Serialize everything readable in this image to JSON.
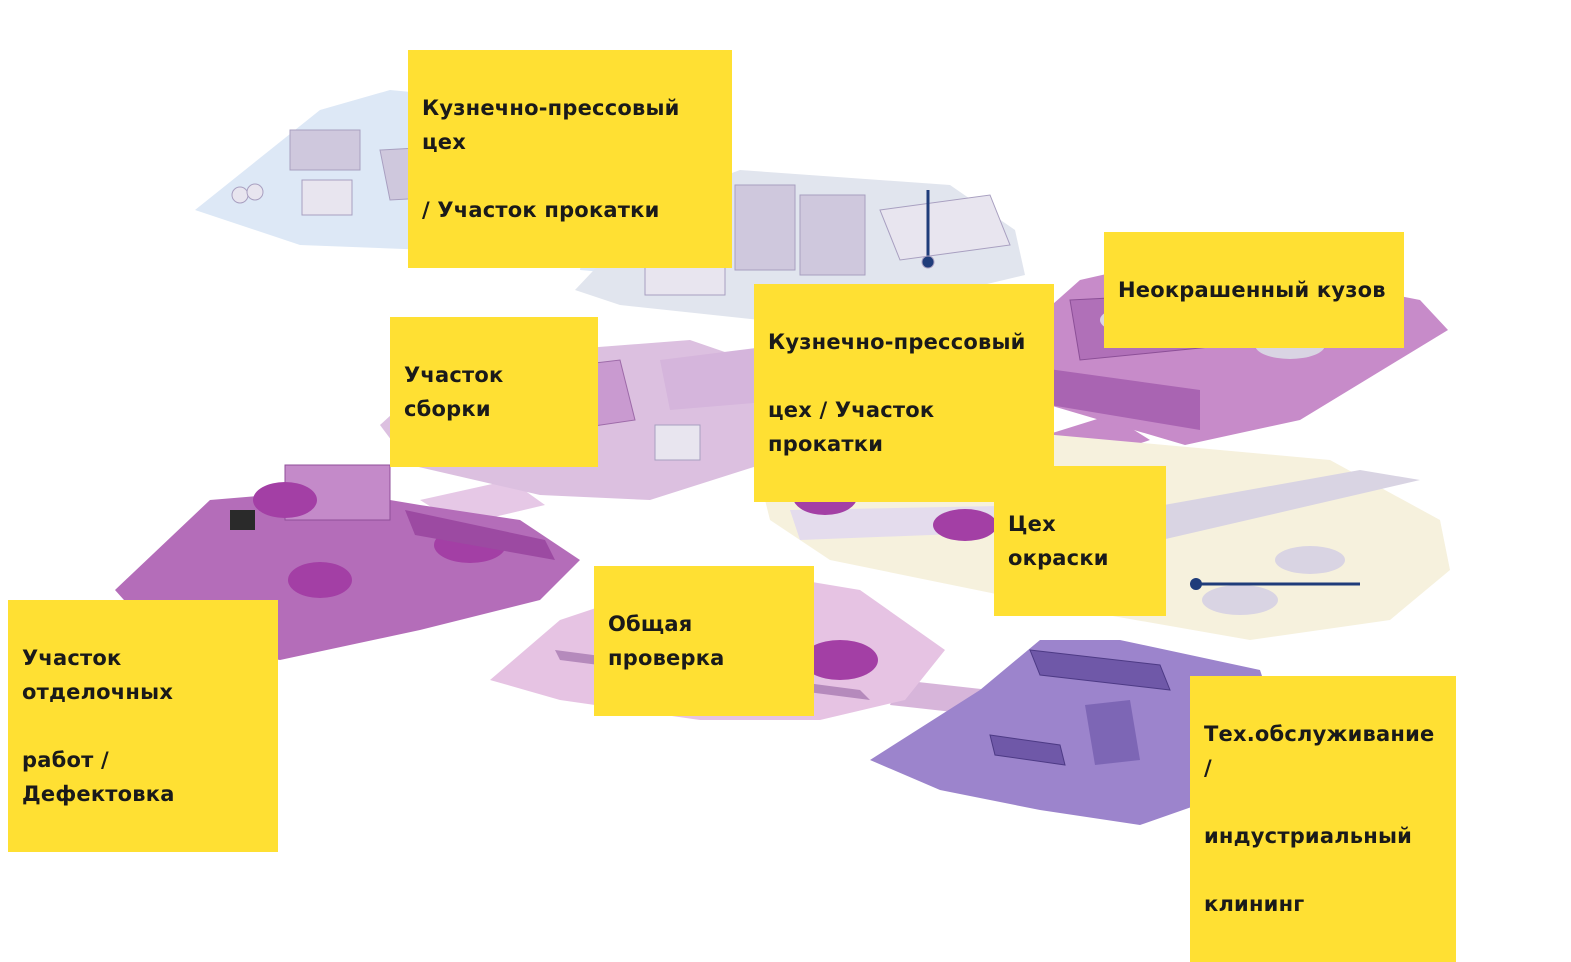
{
  "zones": [
    {
      "id": "press-1",
      "lines": [
        "Кузнечно-прессовый цех",
        "/ Участок прокатки"
      ],
      "fill": "#dde8f6"
    },
    {
      "id": "press-2",
      "lines": [
        "Кузнечно-прессовый",
        "цех / Участок прокатки"
      ],
      "fill": "#e1e5ee"
    },
    {
      "id": "body-in-white",
      "lines": [
        "Неокрашенный кузов"
      ],
      "fill": "#c78bc9"
    },
    {
      "id": "assembly",
      "lines": [
        "Участок сборки"
      ],
      "fill": "#dcc0e0"
    },
    {
      "id": "paint",
      "lines": [
        "Цех окраски"
      ],
      "fill": "#f6f1dd"
    },
    {
      "id": "finishing",
      "lines": [
        "Участок отделочных",
        "работ / Дефектовка"
      ],
      "fill": "#b46db9"
    },
    {
      "id": "inspection",
      "lines": [
        "Общая проверка"
      ],
      "fill": "#e6c3e3"
    },
    {
      "id": "maintenance",
      "lines": [
        "Тех.обслуживание /",
        "индустриальный",
        "клининг"
      ],
      "fill": "#9c84cc"
    }
  ],
  "colors": {
    "label_bg": "#ffe033",
    "machine": "#cfc8dd",
    "car": "#a33fa5",
    "marker": "#1f3c7a"
  }
}
